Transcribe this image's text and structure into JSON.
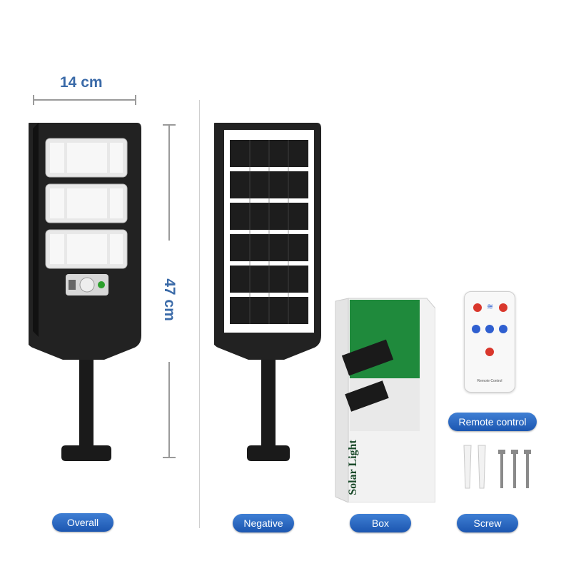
{
  "dimensions": {
    "width_label": "14 cm",
    "height_label": "47 cm"
  },
  "labels": {
    "overall": "Overall",
    "negative": "Negative",
    "box": "Box",
    "screw": "Screw",
    "remote_control": "Remote control"
  },
  "box_print": {
    "product_name": "Solar Light"
  },
  "remote_print": {
    "caption": "Remote Control"
  },
  "colors": {
    "label_pill": "#2a66c2",
    "dimension_text": "#3a6aa8",
    "box_green": "#1f8a3c",
    "remote_red": "#d9372c",
    "remote_blue": "#2f5fd0"
  }
}
